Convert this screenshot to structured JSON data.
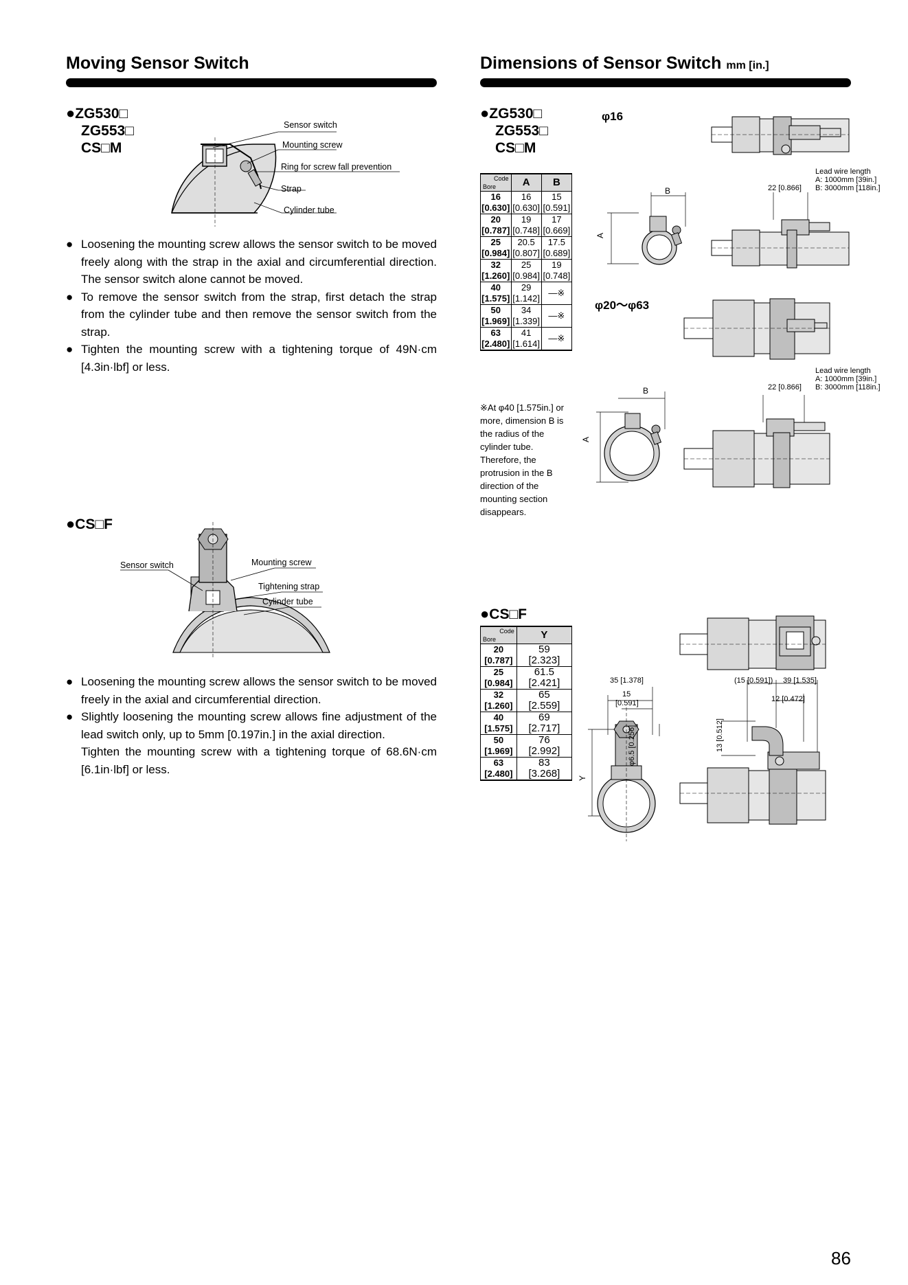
{
  "left_section": {
    "title": "Moving Sensor Switch",
    "zg_models": [
      "ZG530□",
      "ZG553□",
      "CS□M"
    ],
    "zg_labels": {
      "sensor_switch": "Sensor switch",
      "mounting_screw": "Mounting screw",
      "ring": "Ring for screw fall prevention",
      "strap": "Strap",
      "cylinder_tube": "Cylinder tube"
    },
    "zg_bullets": [
      "Loosening the mounting screw allows the sensor switch to be moved freely along with the strap in the axial and circumferential direction. The sensor switch alone cannot be moved.",
      "To remove the sensor switch from the strap, first detach the strap from the cylinder tube and then remove the sensor switch from the strap.",
      "Tighten the mounting screw with a tightening torque of 49N·cm [4.3in·lbf] or less."
    ],
    "csf_model": "CS□F",
    "csf_labels": {
      "sensor_switch": "Sensor switch",
      "mounting_screw": "Mounting screw",
      "tightening_strap": "Tightening strap",
      "cylinder_tube": "Cylinder tube"
    },
    "csf_bullets": [
      "Loosening the mounting screw allows the sensor switch to be moved freely in the axial and circumferential direction.",
      "Slightly loosening the mounting screw allows fine adjustment of the lead switch only, up to 5mm [0.197in.] in the axial direction."
    ],
    "csf_extra": "Tighten the mounting screw with a tightening torque of 68.6N·cm [6.1in·lbf] or less."
  },
  "right_section": {
    "title": "Dimensions of Sensor Switch",
    "unit": "mm [in.]",
    "zg_models": [
      "ZG530□",
      "ZG553□",
      "CS□M"
    ],
    "table1": {
      "corner_code": "Code",
      "corner_bore": "Bore",
      "headers": [
        "A",
        "B"
      ],
      "rows": [
        {
          "bore": "16",
          "bore_in": "[0.630]",
          "a": "16",
          "a_in": "[0.630]",
          "b": "15",
          "b_in": "[0.591]"
        },
        {
          "bore": "20",
          "bore_in": "[0.787]",
          "a": "19",
          "a_in": "[0.748]",
          "b": "17",
          "b_in": "[0.669]"
        },
        {
          "bore": "25",
          "bore_in": "[0.984]",
          "a": "20.5",
          "a_in": "[0.807]",
          "b": "17.5",
          "b_in": "[0.689]"
        },
        {
          "bore": "32",
          "bore_in": "[1.260]",
          "a": "25",
          "a_in": "[0.984]",
          "b": "19",
          "b_in": "[0.748]"
        },
        {
          "bore": "40",
          "bore_in": "[1.575]",
          "a": "29",
          "a_in": "[1.142]",
          "b": "—※",
          "b_in": ""
        },
        {
          "bore": "50",
          "bore_in": "[1.969]",
          "a": "34",
          "a_in": "[1.339]",
          "b": "—※",
          "b_in": ""
        },
        {
          "bore": "63",
          "bore_in": "[2.480]",
          "a": "41",
          "a_in": "[1.614]",
          "b": "—※",
          "b_in": ""
        }
      ]
    },
    "note": "※At φ40 [1.575in.] or more, dimension B is the radius of the cylinder tube. Therefore, the protrusion in the B direction of the mounting section disappears.",
    "phi16": "φ16",
    "phi20_63": "φ20～φ63",
    "dimA": "A",
    "dimB": "B",
    "lead_wire": {
      "title": "Lead wire length",
      "a": "A: 1000mm [39in.]",
      "b": "B: 3000mm [118in.]",
      "dim": "22 [0.866]"
    },
    "csf_model": "CS□F",
    "table2": {
      "corner_code": "Code",
      "corner_bore": "Bore",
      "header": "Y",
      "rows": [
        {
          "bore": "20",
          "bore_in": "[0.787]",
          "y": "59",
          "y_in": "[2.323]"
        },
        {
          "bore": "25",
          "bore_in": "[0.984]",
          "y": "61.5",
          "y_in": "[2.421]"
        },
        {
          "bore": "32",
          "bore_in": "[1.260]",
          "y": "65",
          "y_in": "[2.559]"
        },
        {
          "bore": "40",
          "bore_in": "[1.575]",
          "y": "69",
          "y_in": "[2.717]"
        },
        {
          "bore": "50",
          "bore_in": "[1.969]",
          "y": "76",
          "y_in": "[2.992]"
        },
        {
          "bore": "63",
          "bore_in": "[2.480]",
          "y": "83",
          "y_in": "[3.268]"
        }
      ]
    },
    "csf_dims": {
      "d35": "35 [1.378]",
      "d15a": "15",
      "d15b": "[0.591]",
      "dY": "Y",
      "d65": "φ6.5 [0.256]",
      "d15p": "(15 [0.591])",
      "d39": "39 [1.535]",
      "d12": "12 [0.472]",
      "d13": "13 [0.512]"
    }
  },
  "page_number": "86"
}
